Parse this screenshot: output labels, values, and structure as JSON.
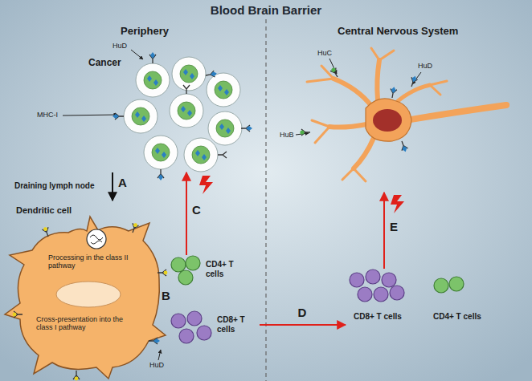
{
  "diagram": {
    "title": "Blood Brain Barrier",
    "nodes": [
      {
        "text": [
          "Cancer",
          "HuD",
          "MHC-I"
        ]
      },
      {
        "text": [
          "Dendritic cell",
          "Processing in the class II pathway",
          "Cross-presentation into the class I pathway"
        ]
      },
      {
        "text": [
          "CD4+ T cells"
        ]
      },
      {
        "text": [
          "CD8+ T cells"
        ]
      },
      {
        "text": [
          "HuC",
          "HuD",
          "HuB"
        ]
      },
      {
        "text": [
          "CD8+ T cells"
        ]
      },
      {
        "text": [
          "CD4+ T cells"
        ]
      }
    ],
    "edges": [
      {
        "from": 0,
        "to": 1,
        "arrow": "to",
        "label": "A"
      },
      {
        "from": 2,
        "to": 0,
        "arrow": "to",
        "label": "C"
      },
      {
        "from": 3,
        "to": 5,
        "arrow": "to",
        "label": "D"
      },
      {
        "from": 5,
        "to": 4,
        "arrow": "to",
        "label": "E"
      }
    ],
    "labels": [
      "Periphery",
      "Central Nervous System",
      "Draining lymph node",
      "HuD",
      "B"
    ]
  }
}
